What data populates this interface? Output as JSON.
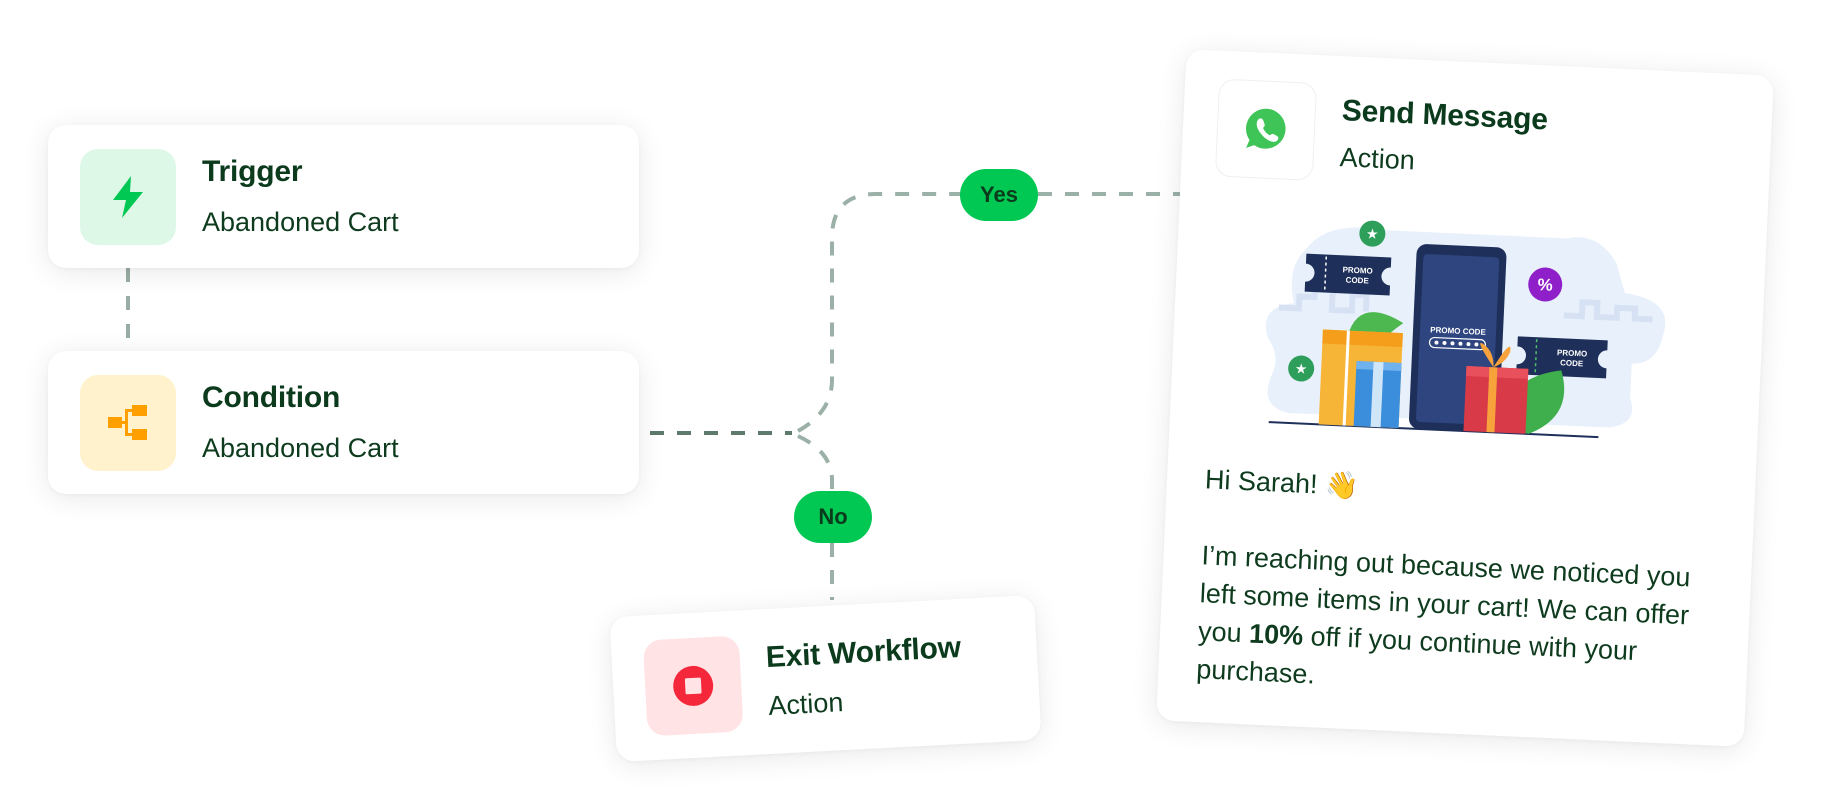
{
  "nodes": {
    "trigger": {
      "title": "Trigger",
      "subtitle": "Abandoned Cart",
      "icon": "lightning-icon",
      "icon_color": "#00C853",
      "icon_bg": "#DDF8E7"
    },
    "condition": {
      "title": "Condition",
      "subtitle": "Abandoned Cart",
      "icon": "branch-icon",
      "icon_color": "#FFA000",
      "icon_bg": "#FFF2CC"
    },
    "exit": {
      "title": "Exit Workflow",
      "subtitle": "Action",
      "icon": "stop-icon",
      "icon_color": "#F5273B",
      "icon_bg": "#FFE3E5"
    },
    "send_message": {
      "title": "Send Message",
      "subtitle": "Action",
      "icon": "whatsapp-icon",
      "illustration": {
        "label": "promo-code-illustration",
        "phone_text": "PROMO CODE",
        "ticket_text_line1": "PROMO",
        "ticket_text_line2": "CODE",
        "badge": "%"
      },
      "message": {
        "greeting": "Hi Sarah! 👋",
        "body_before": "I’m reaching out because we noticed you left some items in your cart! We can offer you ",
        "body_bold": "10%",
        "body_after": " off if you continue with your purchase."
      }
    }
  },
  "branches": {
    "yes_label": "Yes",
    "no_label": "No"
  },
  "colors": {
    "accent": "#00C853",
    "text": "#0B3A1C",
    "connector": "#9BB0A6",
    "connector_dark": "#5E7A6C"
  }
}
